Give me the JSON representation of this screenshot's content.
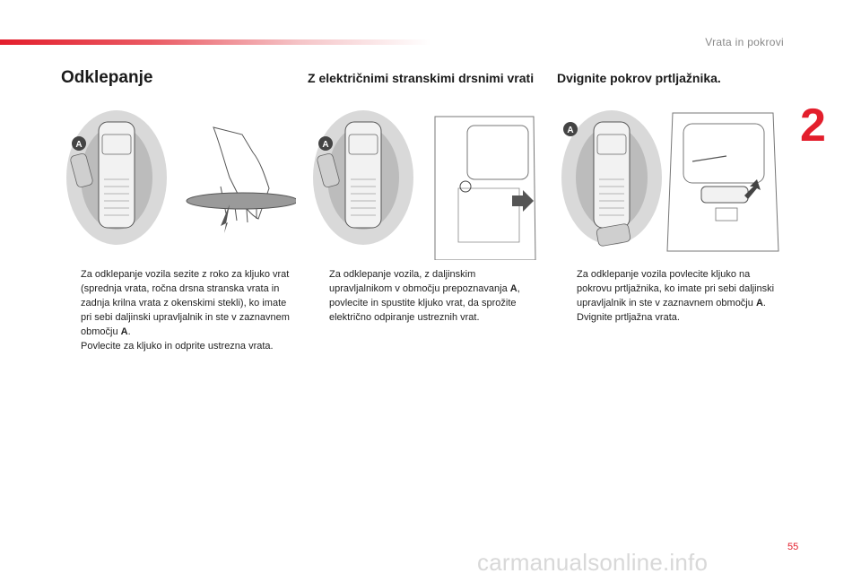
{
  "header": {
    "section_title": "Vrata in pokrovi",
    "chapter_number": "2"
  },
  "main_heading": "Odklepanje",
  "columns": [
    {
      "heading": "",
      "bullets": [
        {
          "text": "Za odklepanje vozila sezite z roko za kljuko vrat (sprednja vrata, ročna drsna stranska vrata in zadnja krilna vrata z okenskimi stekli), ko imate pri sebi daljinski upravljalnik in ste v zaznavnem območju ",
          "bold": "A",
          "after": "."
        },
        {
          "text": "Povlecite za kljuko in odprite ustrezna vrata.",
          "bold": "",
          "after": ""
        }
      ]
    },
    {
      "heading": "Z električnimi stranskimi drsnimi vrati",
      "bullets": [
        {
          "text": "Za odklepanje vozila, z daljinskim upravljalnikom v območju prepoznavanja ",
          "bold": "A",
          "after": ", povlecite in spustite kljuko vrat, da sprožite električno odpiranje ustreznih vrat."
        }
      ]
    },
    {
      "heading": "Dvignite pokrov prtljažnika.",
      "bullets": [
        {
          "text": "Za odklepanje vozila povlecite kljuko na pokrovu prtljažnika, ko imate pri sebi daljinski upravljalnik in ste v zaznavnem območju ",
          "bold": "A",
          "after": "."
        },
        {
          "text": "Dvignite prtljažna vrata.",
          "bold": "",
          "after": ""
        }
      ]
    }
  ],
  "zone_label": "A",
  "bullet_glyph": "",
  "footer": {
    "page_number": "55",
    "watermark": "carmanualsonline.info"
  },
  "colors": {
    "accent": "#e31e2c",
    "zone_outer": "#d6d6d6",
    "zone_inner": "#b9b9b9"
  }
}
